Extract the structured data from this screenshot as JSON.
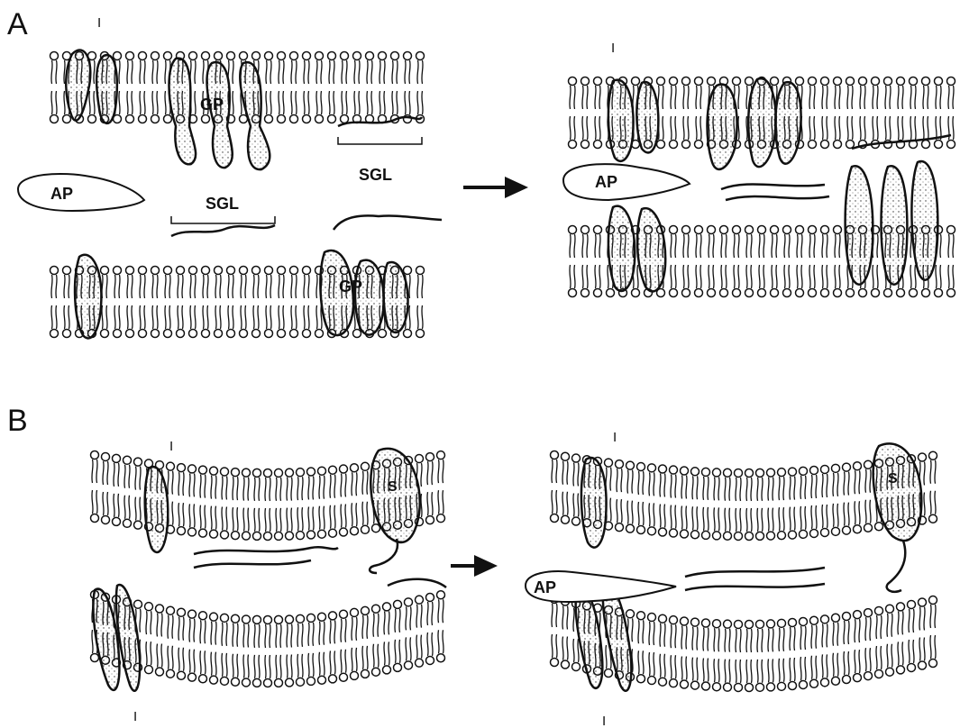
{
  "panels": [
    {
      "letter": "A"
    },
    {
      "letter": "B"
    }
  ],
  "labels": {
    "integral_marker": "I",
    "glycoprotein": "GP",
    "glycolipid_group": "SGL",
    "adhesion_protein": "AP",
    "S_protein": "S"
  }
}
